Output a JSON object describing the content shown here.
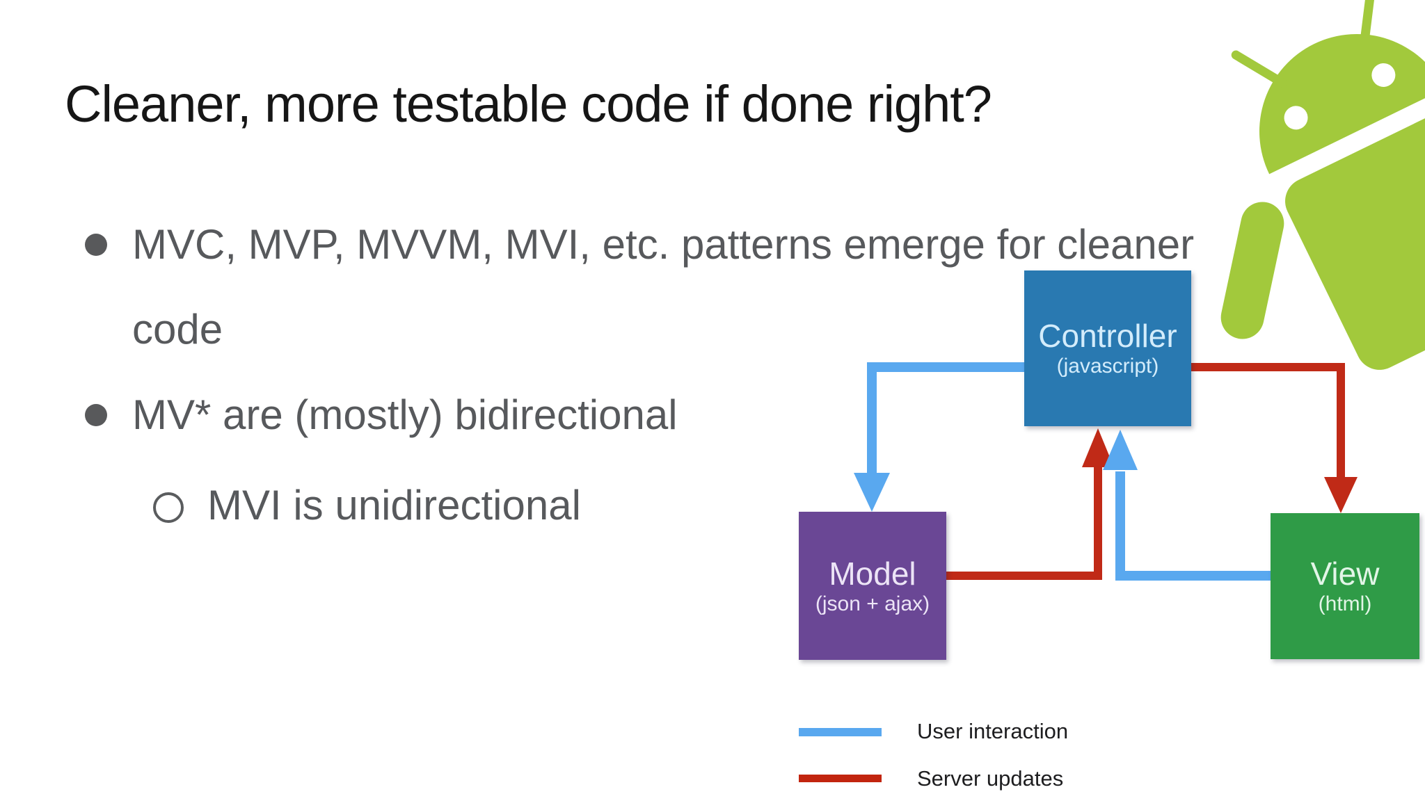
{
  "slide": {
    "title": "Cleaner, more testable code if done right?",
    "bullets": [
      {
        "level": 1,
        "lines": [
          "MVC, MVP, MVVM, MVI, etc. patterns emerge for cleaner",
          "code"
        ]
      },
      {
        "level": 1,
        "lines": [
          "MV* are (mostly) bidirectional"
        ]
      },
      {
        "level": 2,
        "lines": [
          "MVI is unidirectional"
        ]
      }
    ],
    "text_color": "#57595c",
    "title_color": "#161616"
  },
  "diagram": {
    "nodes": [
      {
        "id": "controller",
        "label": "Controller",
        "sublabel": "(javascript)",
        "color": "#2979b1"
      },
      {
        "id": "model",
        "label": "Model",
        "sublabel": "(json + ajax)",
        "color": "#6a4795"
      },
      {
        "id": "view",
        "label": "View",
        "sublabel": "(html)",
        "color": "#2f9b47"
      }
    ],
    "edges": [
      {
        "from": "controller",
        "to": "model",
        "type": "user-interaction",
        "color": "#59a8ef"
      },
      {
        "from": "view",
        "to": "controller",
        "type": "user-interaction",
        "color": "#59a8ef"
      },
      {
        "from": "controller",
        "to": "view",
        "type": "server-updates",
        "color": "#c02a17"
      },
      {
        "from": "model",
        "to": "controller",
        "type": "server-updates",
        "color": "#c02a17"
      }
    ],
    "legend": [
      {
        "label": "User interaction",
        "color": "#59a8ef"
      },
      {
        "label": "Server updates",
        "color": "#c2250f"
      }
    ]
  },
  "decoration": {
    "android_logo_color": "#a2c93c"
  }
}
